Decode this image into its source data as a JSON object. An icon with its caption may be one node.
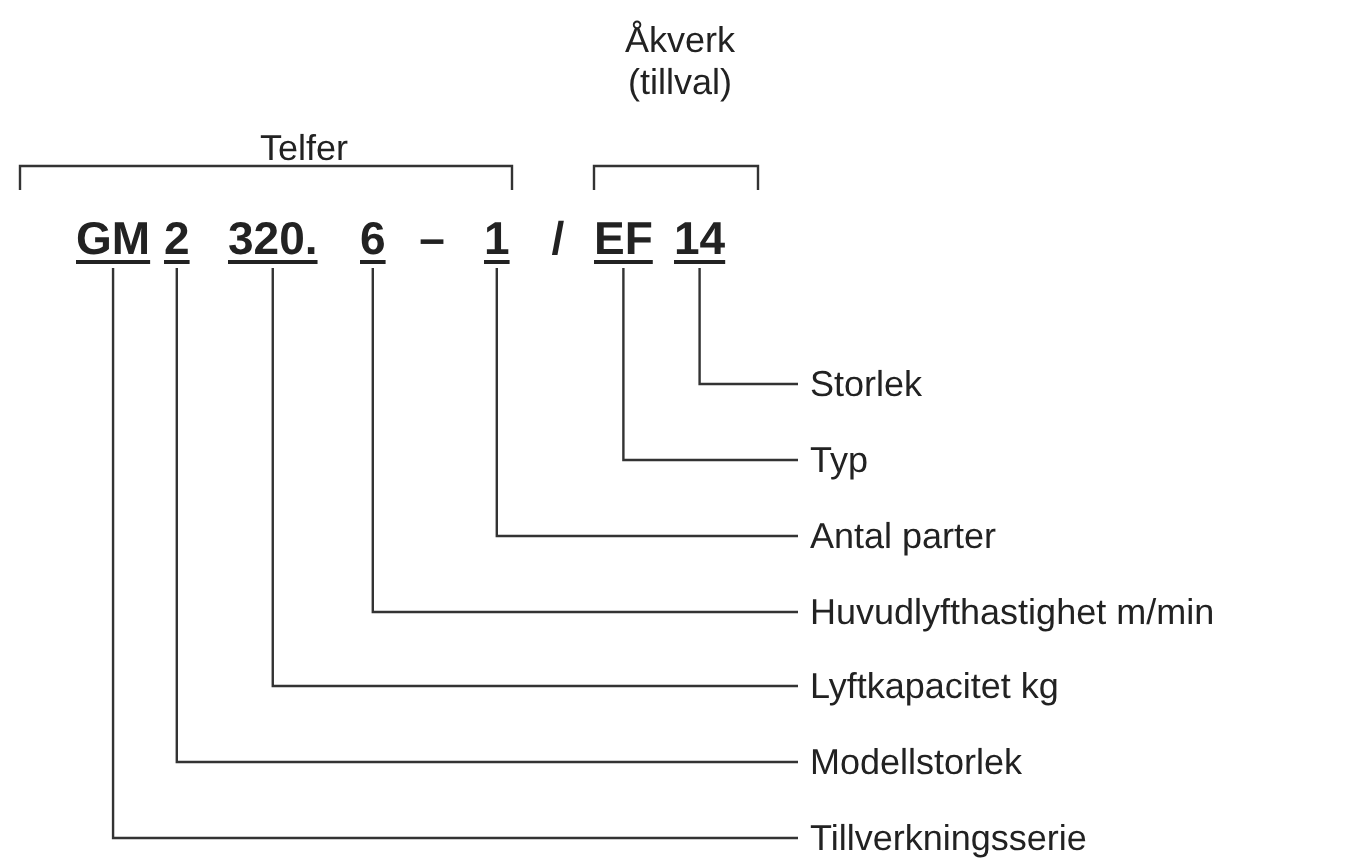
{
  "diagram": {
    "nodes": [
      {
        "text": [
          "GM"
        ]
      },
      {
        "text": [
          "2"
        ]
      },
      {
        "text": [
          "320."
        ]
      },
      {
        "text": [
          "6"
        ]
      },
      {
        "text": [
          "1"
        ]
      },
      {
        "text": [
          "EF"
        ]
      },
      {
        "text": [
          "14"
        ]
      },
      {
        "text": [
          "Storlek"
        ]
      },
      {
        "text": [
          "Typ"
        ]
      },
      {
        "text": [
          "Antal parter"
        ]
      },
      {
        "text": [
          "Huvudlyfthastighet m/min"
        ]
      },
      {
        "text": [
          "Lyftkapacitet kg"
        ]
      },
      {
        "text": [
          "Modellstorlek"
        ]
      },
      {
        "text": [
          "Tillverkningsserie"
        ]
      }
    ],
    "edges": [
      {
        "from": 7,
        "to": 6,
        "arrow": "none"
      },
      {
        "from": 8,
        "to": 5,
        "arrow": "none"
      },
      {
        "from": 9,
        "to": 4,
        "arrow": "none"
      },
      {
        "from": 10,
        "to": 3,
        "arrow": "none"
      },
      {
        "from": 11,
        "to": 2,
        "arrow": "none"
      },
      {
        "from": 12,
        "to": 1,
        "arrow": "none"
      },
      {
        "from": 13,
        "to": 0,
        "arrow": "none"
      }
    ],
    "labels": [
      "Telfer",
      "Åkverk (tillval)",
      "–",
      "/"
    ]
  }
}
